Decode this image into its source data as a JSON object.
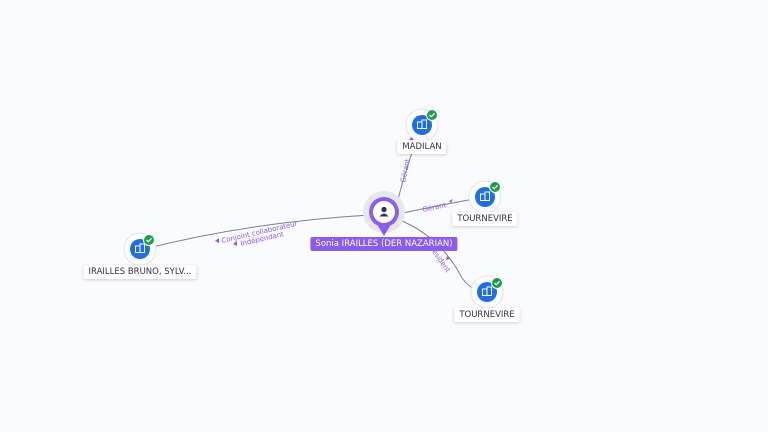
{
  "center": {
    "label": "Sonia IRAILLES (DER NAZARIAN)",
    "icon": "person-icon",
    "color": "#8a5cf0"
  },
  "nodes": [
    {
      "label": "MADILAN",
      "icon": "company-icon",
      "badge": "verified-check-icon"
    },
    {
      "label": "TOURNEVIRE",
      "icon": "company-icon",
      "badge": "verified-check-icon"
    },
    {
      "label": "TOURNEVIRE",
      "icon": "company-icon",
      "badge": "verified-check-icon"
    },
    {
      "label": "IRAILLES BRUNO, SYLV...",
      "icon": "company-icon",
      "badge": "verified-check-icon"
    }
  ],
  "edges": [
    {
      "label": "Gérant"
    },
    {
      "label": "Gérant"
    },
    {
      "label": "Président"
    },
    {
      "label": "Conjoint collaborateur"
    },
    {
      "label": "Indépendant"
    }
  ],
  "colors": {
    "accent": "#8a5cf0",
    "company_blue": "#1f6fe0",
    "check_green": "#1e9e4a",
    "edge": "#7d7f96"
  }
}
